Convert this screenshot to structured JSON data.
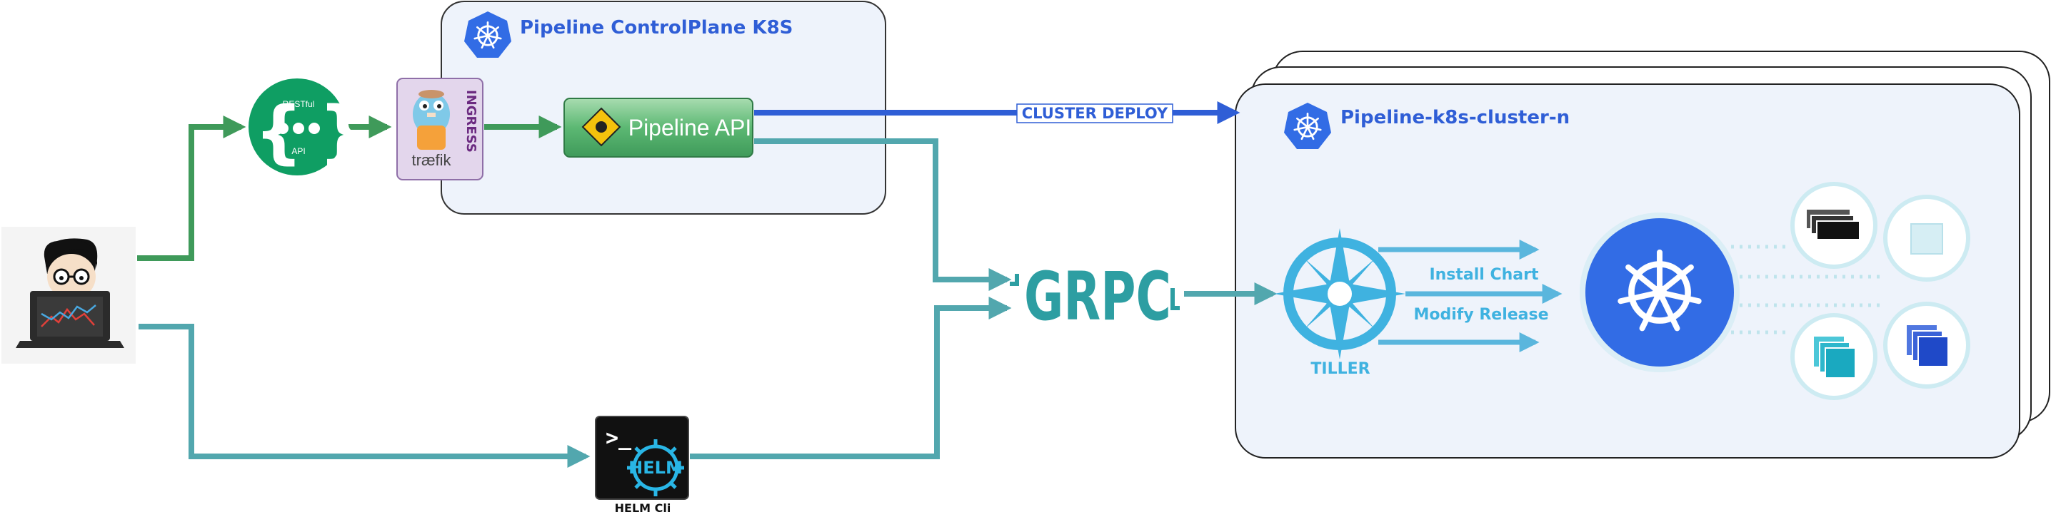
{
  "controlplane": {
    "title": "Pipeline  ControlPlane K8S"
  },
  "restful": {
    "line1": "RESTful",
    "line2": "API"
  },
  "traefik": {
    "wordmark": "træfik",
    "ingress_label": "INGRESS"
  },
  "pipeline_api": {
    "label": "Pipeline API"
  },
  "cluster_deploy": {
    "label": "CLUSTER DEPLOY"
  },
  "cluster": {
    "title": "Pipeline-k8s-cluster-n"
  },
  "grpc": {
    "label": "GRPC"
  },
  "tiller": {
    "label": "TILLER",
    "install": "Install Chart",
    "modify": "Modify Release"
  },
  "helm": {
    "prompt": ">_",
    "logo": "HELM",
    "caption": "HELM Cli"
  },
  "colors": {
    "green": "#3f9a5a",
    "teal": "#52a7ae",
    "blue_arrow": "#2f5ed6",
    "light_blue": "#5ab6dd",
    "k8s_blue": "#326ce5",
    "panel_fill": "#eef3fb"
  },
  "icons": [
    "developer-laptop-icon",
    "kubernetes-logo-icon",
    "restful-api-icon",
    "traefik-gopher-icon",
    "helm-wheel-icon",
    "tiller-compass-icon",
    "pod-stack-icon"
  ]
}
